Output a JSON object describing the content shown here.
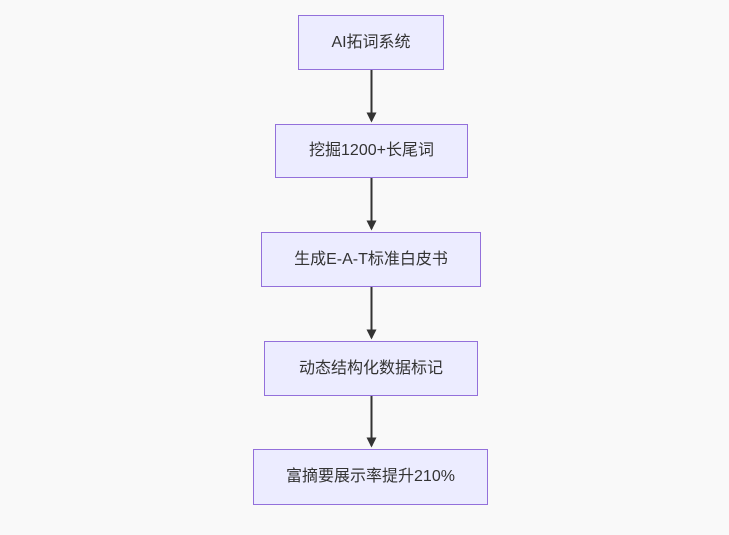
{
  "diagram": {
    "type": "flowchart-top-down",
    "colors": {
      "background": "#f9f9f9",
      "node_fill": "#ECECFF",
      "node_border": "#9370DB",
      "node_text": "#333333",
      "arrow": "#333333"
    },
    "nodes": [
      {
        "label": "AI拓词系统"
      },
      {
        "label": "挖掘1200+长尾词"
      },
      {
        "label": "生成E-A-T标准白皮书"
      },
      {
        "label": "动态结构化数据标记"
      },
      {
        "label": "富摘要展示率提升210%"
      }
    ],
    "edges": [
      {
        "from": 0,
        "to": 1
      },
      {
        "from": 1,
        "to": 2
      },
      {
        "from": 2,
        "to": 3
      },
      {
        "from": 3,
        "to": 4
      }
    ]
  }
}
